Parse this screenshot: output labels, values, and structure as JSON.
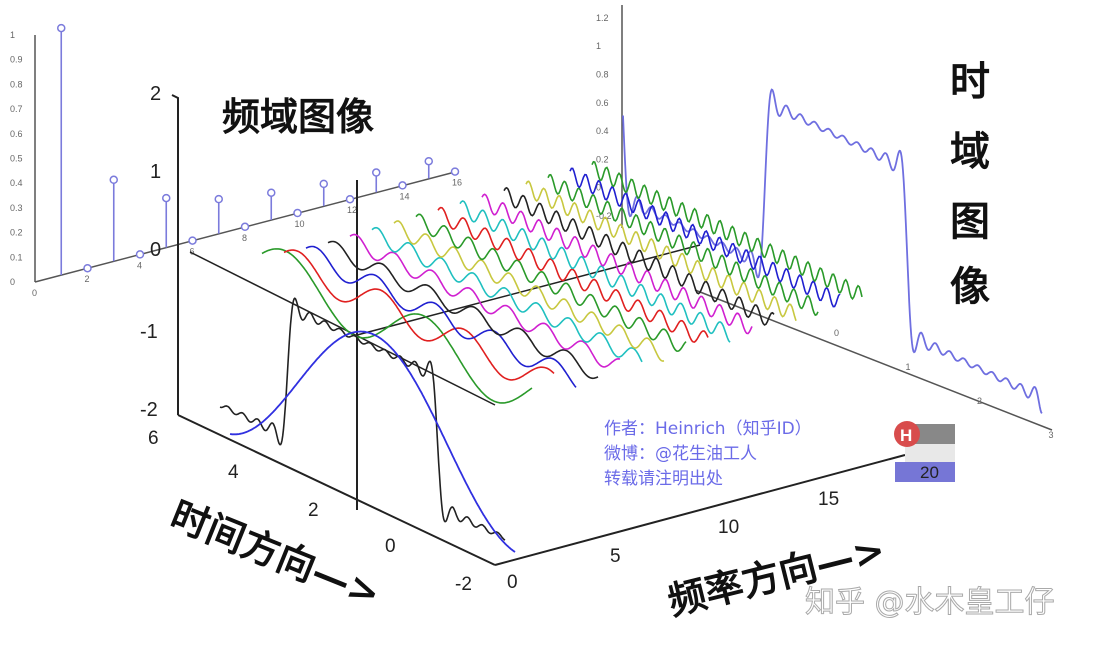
{
  "labels": {
    "freq_domain_title": "频域图像",
    "time_domain_title": [
      "时",
      "域",
      "图",
      "像"
    ],
    "time_direction": "时间方向—>",
    "freq_direction": "频率方向—>",
    "watermark": "知乎 @水木皇工仔"
  },
  "credits": {
    "line1": "作者：Heinrich（知乎ID）",
    "line2": "微博：@花生油工人",
    "line3": "转载请注明出处",
    "badge_letter": "H",
    "badge_value": "20"
  },
  "main_axes": {
    "vertical_ticks": [
      "2",
      "1",
      "0",
      "-1",
      "-2"
    ],
    "time_ticks": [
      "6",
      "4",
      "2",
      "0",
      "-2"
    ],
    "freq_ticks": [
      "0",
      "5",
      "10",
      "15"
    ]
  },
  "spectrum_plot": {
    "y_ticks": [
      "0",
      "0.1",
      "0.2",
      "0.3",
      "0.4",
      "0.5",
      "0.6",
      "0.7",
      "0.8",
      "0.9",
      "1"
    ],
    "x_ticks": [
      "0",
      "2",
      "4",
      "6",
      "8",
      "10",
      "12",
      "14",
      "16"
    ],
    "stems": [
      {
        "n": 1,
        "amp": 1
      },
      {
        "n": 2,
        "amp": 0
      },
      {
        "n": 3,
        "amp": 0.33
      },
      {
        "n": 4,
        "amp": 0
      },
      {
        "n": 5,
        "amp": 0.2
      },
      {
        "n": 6,
        "amp": 0
      },
      {
        "n": 7,
        "amp": 0.14
      },
      {
        "n": 8,
        "amp": 0
      },
      {
        "n": 9,
        "amp": 0.11
      },
      {
        "n": 10,
        "amp": 0
      },
      {
        "n": 11,
        "amp": 0.09
      },
      {
        "n": 12,
        "amp": 0
      },
      {
        "n": 13,
        "amp": 0.08
      },
      {
        "n": 14,
        "amp": 0
      },
      {
        "n": 15,
        "amp": 0.07
      },
      {
        "n": 16,
        "amp": 0
      }
    ],
    "color": "#7b7bdc"
  },
  "time_plot": {
    "y_ticks": [
      "-0.2",
      "0",
      "0.2",
      "0.4",
      "0.6",
      "0.8",
      "1",
      "1.2"
    ],
    "x_ticks": [
      "0",
      "1",
      "2",
      "3"
    ],
    "color": "#6f6fe0"
  },
  "wave_colors": [
    "#2a9a2a",
    "#e02020",
    "#2020d0",
    "#222222",
    "#d020d0",
    "#20c0c0",
    "#c8c840",
    "#2a9a2a",
    "#e02020",
    "#20c0c0",
    "#d020d0",
    "#222222",
    "#c8c840",
    "#2a9a2a",
    "#2020d0",
    "#2a9a2a"
  ]
}
